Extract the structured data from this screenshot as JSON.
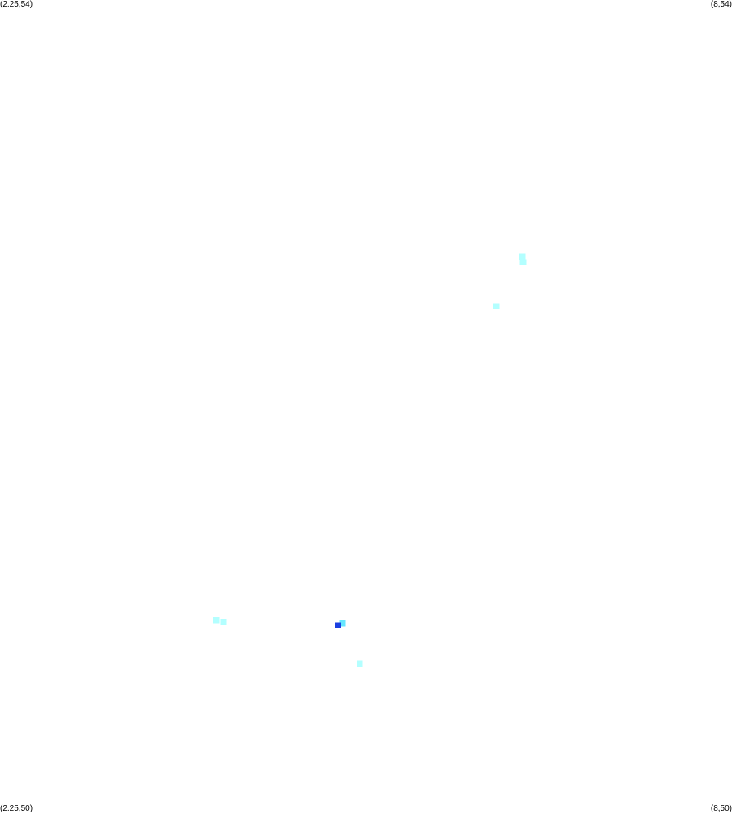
{
  "map": {
    "corners": {
      "top_left": "(2.25,54)",
      "top_right": "(8,54)",
      "bottom_left": "(2.25,50)",
      "bottom_right": "(8,50)"
    },
    "extent": {
      "lon_min": 2.25,
      "lon_max": 8,
      "lat_min": 50,
      "lat_max": 54
    },
    "cell_size_deg": {
      "lon": 0.05,
      "lat": 0.03
    },
    "background_color": "#ffffff",
    "colors": {
      "light_cyan": "#b3ffff",
      "cyan": "#66e6ff",
      "blue": "#1a3fe0"
    },
    "cells": [
      {
        "lon": 6.355,
        "lat": 52.735,
        "color": "light_cyan"
      },
      {
        "lon": 6.36,
        "lat": 52.705,
        "color": "light_cyan"
      },
      {
        "lon": 6.15,
        "lat": 52.49,
        "color": "light_cyan"
      },
      {
        "lon": 3.95,
        "lat": 50.94,
        "color": "light_cyan"
      },
      {
        "lon": 4.005,
        "lat": 50.93,
        "color": "light_cyan"
      },
      {
        "lon": 4.94,
        "lat": 50.925,
        "color": "cyan"
      },
      {
        "lon": 4.905,
        "lat": 50.915,
        "color": "blue"
      },
      {
        "lon": 5.075,
        "lat": 50.725,
        "color": "light_cyan"
      }
    ]
  }
}
